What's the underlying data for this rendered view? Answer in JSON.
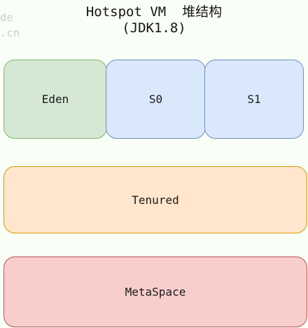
{
  "watermark": {
    "line1": "de",
    "line2": ".cn"
  },
  "title": {
    "line1": "Hotspot VM  堆结构",
    "line2": "(JDK1.8)"
  },
  "regions": {
    "eden": "Eden",
    "s0": "S0",
    "s1": "S1",
    "tenured": "Tenured",
    "metaspace": "MetaSpace"
  },
  "colors": {
    "background": "#f9fef7",
    "eden_fill": "#d5e8d4",
    "eden_border": "#82b366",
    "survivor_fill": "#dae8fc",
    "survivor_border": "#6c8ebf",
    "tenured_fill": "#ffe6cc",
    "tenured_border": "#d79b00",
    "metaspace_fill": "#f8cecc",
    "metaspace_border": "#b85450"
  }
}
